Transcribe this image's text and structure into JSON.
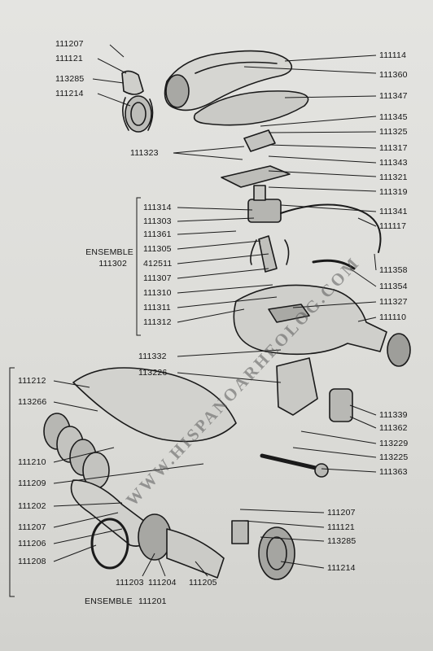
{
  "title": "",
  "labels": {
    "l111207a": "111207",
    "l111121a": "111121",
    "l113285a": "113285",
    "l111214a": "111214",
    "l111114": "111114",
    "l111360": "111360",
    "l111347": "111347",
    "l111345": "111345",
    "l111325": "111325",
    "l111323": "111323",
    "l111317": "111317",
    "l111343": "111343",
    "l111321": "111321",
    "l111319": "111319",
    "l111314": "111314",
    "l111303": "111303",
    "l111361": "111361",
    "l111305": "111305",
    "l412511": "412511",
    "l111307": "111307",
    "l111310": "111310",
    "l111311": "111311",
    "l111312": "111312",
    "ensemble1": "ENSEMBLE",
    "ensemble1num": "111302",
    "l111341": "111341",
    "l111117": "111117",
    "l111358": "111358",
    "l111354": "111354",
    "l111327": "111327",
    "l111110": "111110",
    "l111332": "111332",
    "l113226": "113226",
    "l111212": "111212",
    "l113266": "113266",
    "l111210": "111210",
    "l111209": "111209",
    "l111202": "111202",
    "l111207b": "111207",
    "l111206": "111206",
    "l111208": "111208",
    "l111203": "111203",
    "l111204": "111204",
    "l111205": "111205",
    "ensemble2": "ENSEMBLE",
    "ensemble2num": "111201",
    "l111339": "111339",
    "l111362": "111362",
    "l113229": "113229",
    "l113225": "113225",
    "l111363": "111363",
    "l111207c": "111207",
    "l111121c": "111121",
    "l113285c": "113285",
    "l111214c": "111214"
  },
  "watermark": "WWW.HISPANOARHEOLOG.COM"
}
